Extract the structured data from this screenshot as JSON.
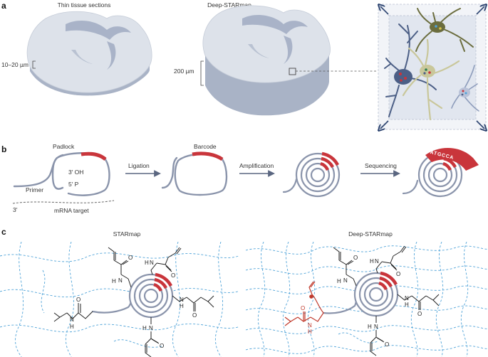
{
  "panel_a": {
    "letter": "a",
    "section1": {
      "title": "Thin tissue sections",
      "thickness": "10–20 µm"
    },
    "section2": {
      "title": "Deep-STARmap",
      "thickness": "200 µm"
    }
  },
  "panel_b": {
    "letter": "b",
    "labels": {
      "padlock": "Padlock",
      "oh": "3′ OH",
      "p": "5′ P",
      "primer": "Primer",
      "three_prime": "3′",
      "mrna": "mRNA target",
      "barcode": "Barcode"
    },
    "steps": {
      "ligation": "Ligation",
      "amplification": "Amplification",
      "sequencing": "Sequencing"
    },
    "sequence": "ATGCCA"
  },
  "panel_c": {
    "letter": "c",
    "left_title": "STARmap",
    "right_title": "Deep-STARmap",
    "atoms": {
      "o": "O",
      "n": "N",
      "h": "H"
    }
  },
  "colors": {
    "tissue_top": "#dde2ea",
    "tissue_side": "#a9b3c6",
    "tissue_fold": "#a9b3c8",
    "cell_blue": "#4c5f86",
    "cell_olive": "#6b6d3e",
    "cell_yellow": "#c9c79a",
    "amplicon": "#8a94ab",
    "barcode_red": "#c9353b",
    "hydrogel_blue": "#4fa3d8",
    "acrylamide_red": "#c0392b",
    "arrow": "#5a6680"
  }
}
